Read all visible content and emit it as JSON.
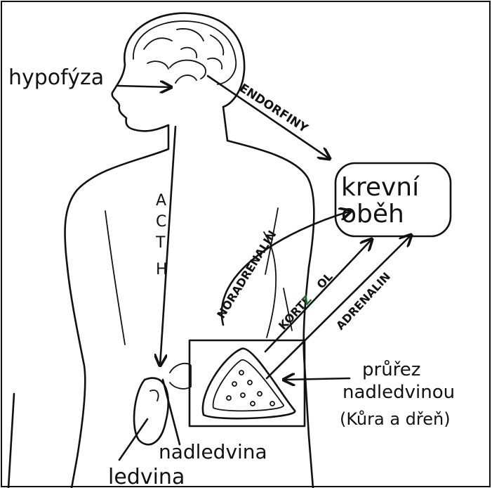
{
  "labels": {
    "hypofyza": "hypofýza",
    "endorfiny": "ENDORFINY",
    "krevni": "krevní",
    "obeh": "oběh",
    "acth": [
      "A",
      "C",
      "T",
      "H"
    ],
    "noradrenalin": "NORADRENALIN",
    "kortizol_a": "KORTI",
    "kortizol_z": "Z",
    "kortizol_b": "OL",
    "adrenalin": "ADRENALIN",
    "prurez_1": "průřez",
    "prurez_2": "nadledvinou",
    "prurez_3": "(Kůra a dřeň)",
    "nadledvina": "nadledvina",
    "ledvina": "ledvina"
  },
  "colors": {
    "ink": "#111111",
    "kortizol_z": "#1a6b2a",
    "background": "#ffffff"
  }
}
